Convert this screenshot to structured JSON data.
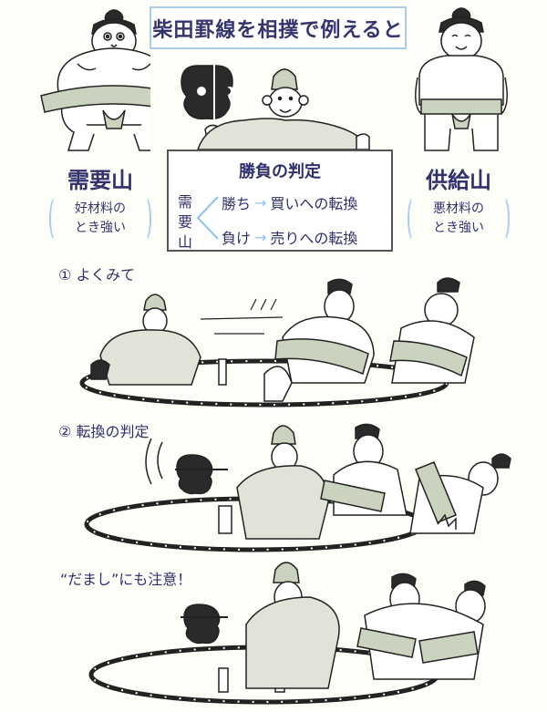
{
  "title": "柴田罫線を相撲で例えると",
  "demand_mountain": {
    "name": "需要山",
    "note_line1": "好材料の",
    "note_line2": "とき強い"
  },
  "supply_mountain": {
    "name": "供給山",
    "note_line1": "悪材料の",
    "note_line2": "とき強い"
  },
  "judgment_box": {
    "title": "勝負の判定",
    "subject_chars": [
      "需",
      "要",
      "山"
    ],
    "branches": [
      {
        "condition": "勝ち",
        "arrow": "→",
        "result": "買いへの転換"
      },
      {
        "condition": "負け",
        "arrow": "→",
        "result": "売りへの転換"
      }
    ]
  },
  "steps": [
    {
      "number": "①",
      "label": "よくみて"
    },
    {
      "number": "②",
      "label": "転換の判定"
    },
    {
      "number": "",
      "label": "“だまし”にも注意！"
    }
  ],
  "colors": {
    "text_navy": "#2f306c",
    "accent_light_blue": "#a8cdf0",
    "mawashi_green": "#c9d3bd",
    "ink": "#222222"
  }
}
